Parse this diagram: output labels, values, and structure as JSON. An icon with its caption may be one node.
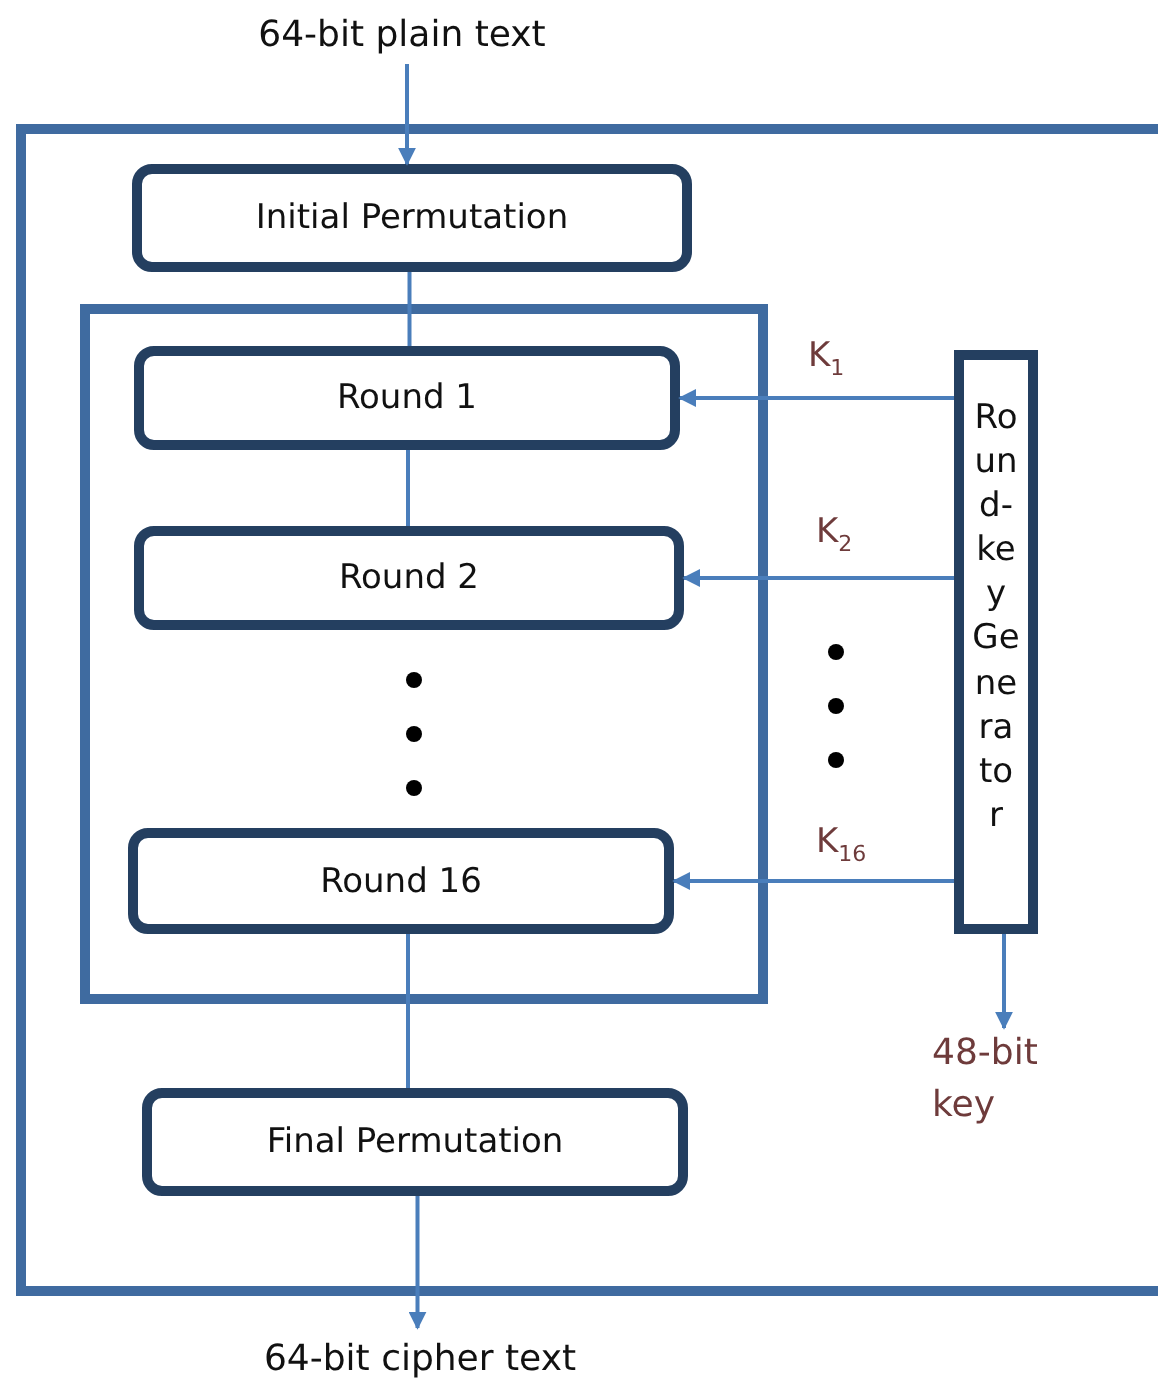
{
  "diagram": {
    "nodes": [
      {
        "text": [
          "64-bit plain text"
        ]
      },
      {
        "text": [],
        "shape": "box"
      },
      {
        "text": [
          "Initial Permutation"
        ],
        "in": 1
      },
      {
        "text": [],
        "shape": "box",
        "in": 1
      },
      {
        "text": [
          "Round 1"
        ],
        "in": 3
      },
      {
        "text": [
          "Round 2"
        ],
        "in": 3
      },
      {
        "text": [
          "Round 16"
        ],
        "in": 3
      },
      {
        "text": [
          "Final Permutation"
        ],
        "in": 1
      },
      {
        "text": [
          "Round-key Generator"
        ],
        "in": 1
      },
      {
        "text": [
          "64-bit cipher text"
        ]
      },
      {
        "text": [
          "48-bit key"
        ],
        "in": 1
      }
    ],
    "edges": [
      {
        "from": 0,
        "to": 2,
        "arrow": "to"
      },
      {
        "from": 2,
        "to": 4,
        "arrow": "none"
      },
      {
        "from": 4,
        "to": 5,
        "arrow": "none"
      },
      {
        "from": 6,
        "to": 7,
        "arrow": "none"
      },
      {
        "from": 7,
        "to": 9,
        "arrow": "to"
      },
      {
        "from": 8,
        "to": 4,
        "arrow": "to",
        "label": "K$_{1}$"
      },
      {
        "from": 8,
        "to": 5,
        "arrow": "to",
        "label": "K$_{2}$"
      },
      {
        "from": 8,
        "to": 6,
        "arrow": "to",
        "label": "K$_{16}$"
      },
      {
        "from": 8,
        "to": 10,
        "arrow": "to"
      }
    ]
  }
}
